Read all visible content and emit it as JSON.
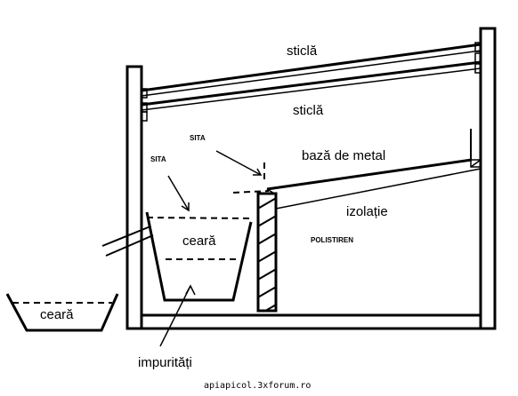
{
  "labels": {
    "glass_top": "sticlă",
    "glass_lower": "sticlă",
    "sieve_1": "SITA",
    "sieve_2": "SITA",
    "metal_base": "bază de metal",
    "insulation": "izolație",
    "wax_tray": "ceară",
    "polystyrene": "POLISTIREN",
    "wax_outside": "ceară",
    "impurities": "impurități"
  },
  "footer": {
    "source": "apiapicol.3xforum.ro"
  }
}
